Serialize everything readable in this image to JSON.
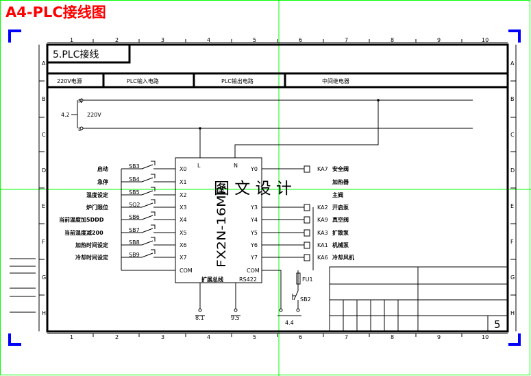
{
  "page_title": "A4-PLC接线图",
  "section_title": "5.PLC接线",
  "header_cells": [
    "220V电源",
    "PLC输入电路",
    "PLC输出电路",
    "中间继电器"
  ],
  "column_numbers": [
    "1",
    "2",
    "3",
    "4",
    "5",
    "6",
    "7",
    "8",
    "9",
    "10"
  ],
  "row_letters": [
    "A",
    "B",
    "C",
    "D",
    "E",
    "F",
    "G",
    "H"
  ],
  "sheet_number": "5",
  "watermark": "图 文 设 计",
  "plc_model": "FX2N-16MR",
  "power": {
    "n": "N",
    "l": "L",
    "ref": "4.2",
    "voltage": "220V"
  },
  "inputs": [
    {
      "desc": "启动",
      "switch": "SB3",
      "terminal": "X0"
    },
    {
      "desc": "急停",
      "switch": "SB4",
      "terminal": "X1"
    },
    {
      "desc": "温度设定",
      "switch": "SB5",
      "terminal": "X2"
    },
    {
      "desc": "炉门限位",
      "switch": "SQ2",
      "terminal": "X3"
    },
    {
      "desc": "当前温度加5DDD",
      "switch": "SB6",
      "terminal": "X4"
    },
    {
      "desc": "当前温度减200",
      "switch": "SB7",
      "terminal": "X5"
    },
    {
      "desc": "加热时间设定",
      "switch": "SB8",
      "terminal": "X6"
    },
    {
      "desc": "冷却时间设定",
      "switch": "SB9",
      "terminal": "X7"
    }
  ],
  "input_com": "COM",
  "outputs": [
    {
      "terminal": "Y0",
      "relay": "KA7",
      "desc": "安全阀"
    },
    {
      "terminal": "",
      "relay": "",
      "desc": "加热器"
    },
    {
      "terminal": "",
      "relay": "",
      "desc": "主阀"
    },
    {
      "terminal": "Y3",
      "relay": "KA2",
      "desc": "开启泵"
    },
    {
      "terminal": "Y4",
      "relay": "KA9",
      "desc": "真空阀"
    },
    {
      "terminal": "Y5",
      "relay": "KA3",
      "desc": "扩散泵"
    },
    {
      "terminal": "Y6",
      "relay": "KA1",
      "desc": "机械泵"
    },
    {
      "terminal": "Y7",
      "relay": "KA6",
      "desc": "冷却风机"
    }
  ],
  "output_com": "COM",
  "fuse": "FU1",
  "stop_switch": "SB2",
  "supply_l_terminal": "L",
  "supply_n_terminal": "N",
  "ext_bus": "扩展总线",
  "rs422": "RS422",
  "refs": [
    "8.1",
    "9.5",
    "4.4"
  ],
  "colors": {
    "title": "#ff0000",
    "frame_green": "#00ff00",
    "corner_blue": "#0000ff",
    "line": "#000000"
  }
}
